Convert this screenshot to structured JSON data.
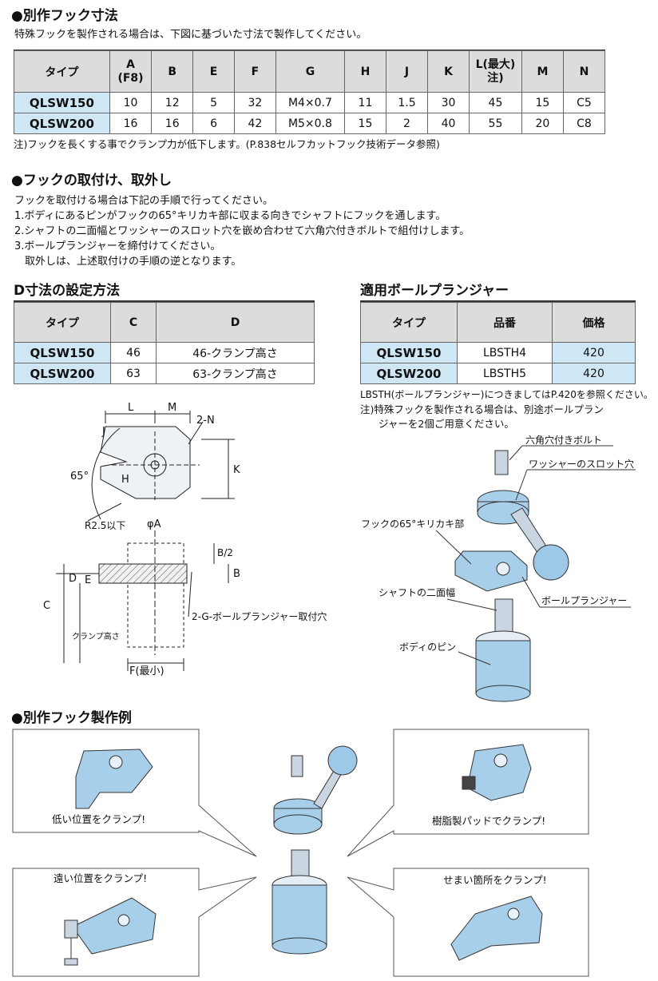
{
  "sec1": {
    "title": "●別作フック寸法",
    "desc": "特殊フックを製作される場合は、下図に基づいた寸法で製作してください。",
    "headers": [
      "タイプ",
      "A\n(F8)",
      "B",
      "E",
      "F",
      "G",
      "H",
      "J",
      "K",
      "L(最大)\n注)",
      "M",
      "N"
    ],
    "rows": [
      [
        "QLSW150",
        "10",
        "12",
        "5",
        "32",
        "M4×0.7",
        "11",
        "1.5",
        "30",
        "45",
        "15",
        "C5"
      ],
      [
        "QLSW200",
        "16",
        "16",
        "6",
        "42",
        "M5×0.8",
        "15",
        "2",
        "40",
        "55",
        "20",
        "C8"
      ]
    ],
    "note": "注)フックを長くする事でクランプ力が低下します。(P.838セルフカットフック技術データ参照)"
  },
  "sec2": {
    "title": "●フックの取付け、取外し",
    "lines": [
      "フックを取付ける場合は下記の手順で行ってください。",
      "1.ボディにあるピンがフックの65°キリカキ部に収まる向きでシャフトにフックを通します。",
      "2.シャフトの二面幅とワッシャーのスロット穴を嵌め合わせて六角穴付きボルトで組付けします。",
      "3.ボールプランジャーを締付けてください。",
      "　取外しは、上述取付けの手順の逆となります。"
    ]
  },
  "sec3": {
    "title": "D寸法の設定方法",
    "headers": [
      "タイプ",
      "C",
      "D"
    ],
    "rows": [
      [
        "QLSW150",
        "46",
        "46-クランプ高さ"
      ],
      [
        "QLSW200",
        "63",
        "63-クランプ高さ"
      ]
    ]
  },
  "sec4": {
    "title": "適用ボールプランジャー",
    "headers": [
      "タイプ",
      "品番",
      "価格"
    ],
    "rows": [
      [
        "QLSW150",
        "LBSTH4",
        "420"
      ],
      [
        "QLSW200",
        "LBSTH5",
        "420"
      ]
    ],
    "note1": "LBSTH(ボールプランジャー)につきましてはP.420を参照ください。",
    "note2a": "注)特殊フックを製作される場合は、別途ボールプラン",
    "note2b": "ジャーを2個ご用意ください。"
  },
  "drawing": {
    "L": "L",
    "M": "M",
    "N2": "2-N",
    "J": "J",
    "K": "K",
    "H": "H",
    "deg65": "65°",
    "R": "R2.5以下",
    "phiA": "φA",
    "B2": "B/2",
    "B": "B",
    "D": "D",
    "E": "E",
    "C": "C",
    "clamp": "クランプ高さ",
    "G": "2-G-ボールプランジャー取付穴",
    "F": "F(最小)"
  },
  "assembly": {
    "bolt": "六角穴付きボルト",
    "slot": "ワッシャーのスロット穴",
    "cut": "フックの65°キリカキ部",
    "flats": "シャフトの二面幅",
    "plunger": "ボールプランジャー",
    "pin": "ボディのピン"
  },
  "sec5": {
    "title": "●別作フック製作例",
    "low": "低い位置をクランプ!",
    "resin": "樹脂製パッドでクランプ!",
    "far": "遠い位置をクランプ!",
    "narrow": "せまい箇所をクランプ!"
  },
  "colors": {
    "header_bg": "#dcdcdc",
    "type_bg": "#cfe7f5",
    "part": "#a8cfea"
  }
}
